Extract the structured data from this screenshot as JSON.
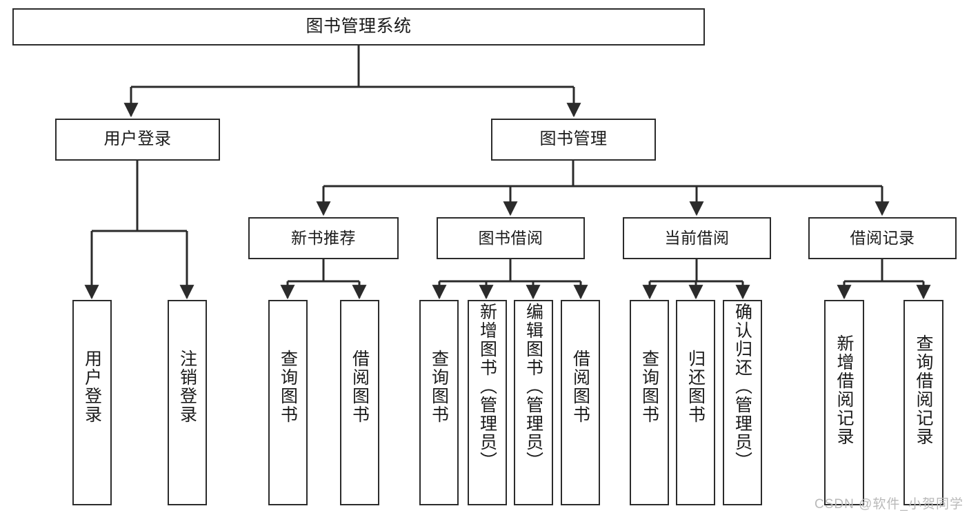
{
  "diagram": {
    "type": "tree",
    "title": "图书管理系统",
    "stroke_color": "#2b2b2b",
    "fill_color": "#ffffff",
    "text_color": "#1a1a1a"
  },
  "nodes": {
    "root": {
      "label": "图书管理系统"
    },
    "level2": [
      {
        "label": "用户登录"
      },
      {
        "label": "图书管理"
      }
    ],
    "level3": [
      {
        "label": "新书推荐"
      },
      {
        "label": "图书借阅"
      },
      {
        "label": "当前借阅"
      },
      {
        "label": "借阅记录"
      }
    ],
    "leaves": {
      "user_login": [
        {
          "label": "用户登录"
        },
        {
          "label": "注销登录"
        }
      ],
      "new_book_recommend": [
        {
          "label": "查询图书"
        },
        {
          "label": "借阅图书"
        }
      ],
      "book_borrow": [
        {
          "label": "查询图书"
        },
        {
          "label": "新增图书（管理员）"
        },
        {
          "label": "编辑图书（管理员）"
        },
        {
          "label": "借阅图书"
        }
      ],
      "current_borrow": [
        {
          "label": "查询图书"
        },
        {
          "label": "归还图书"
        },
        {
          "label": "确认归还（管理员）"
        }
      ],
      "borrow_record": [
        {
          "label": "新增借阅记录"
        },
        {
          "label": "查询借阅记录"
        }
      ]
    }
  },
  "watermark": {
    "text": "CSDN @软件_小贺同学"
  }
}
